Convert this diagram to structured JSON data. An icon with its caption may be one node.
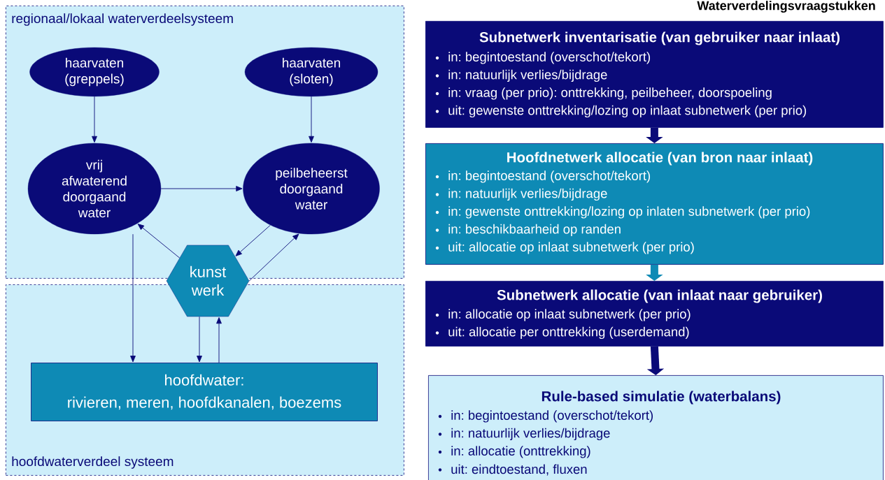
{
  "diagram": {
    "title": "Waterverdelingsvraagstukken",
    "nodes": [
      {
        "text": [
          "regionaal/lokaal waterverdeelsysteem"
        ]
      },
      {
        "text": [
          "haarvaten (greppels)"
        ],
        "in": 0
      },
      {
        "text": [
          "haarvaten (sloten)"
        ],
        "in": 0
      },
      {
        "text": [
          "vrij afwaterend doorgaand water"
        ],
        "in": 0
      },
      {
        "text": [
          "peilbeheerst doorgaand water"
        ],
        "in": 0
      },
      {
        "text": [
          "hoofdwaterverdeel systeem"
        ]
      },
      {
        "text": [
          "kunst werk"
        ]
      },
      {
        "text": [
          "hoofdwater:",
          "rivieren, meren, hoofdkanalen, boezems"
        ],
        "in": 5
      },
      {
        "text": [
          "Subnetwerk inventarisatie (van gebruiker naar inlaat)",
          "in: begintoestand (overschot/tekort)",
          "in: natuurlijk verlies/bijdrage",
          "in: vraag (per prio): onttrekking, peilbeheer, doorspoeling",
          "uit: gewenste onttrekking/lozing op inlaat subnetwerk (per prio)"
        ]
      },
      {
        "text": [
          "Hoofdnetwerk allocatie (van bron naar inlaat)",
          "in: begintoestand (overschot/tekort)",
          "in: natuurlijk verlies/bijdrage",
          "in: gewenste onttrekking/lozing op inlaten subnetwerk (per prio)",
          "in: beschikbaarheid op randen",
          "uit: allocatie op inlaat subnetwerk (per prio)"
        ]
      },
      {
        "text": [
          "Subnetwerk allocatie (van inlaat naar gebruiker)",
          "in: allocatie op inlaat subnetwerk (per prio)",
          "uit: allocatie per onttrekking (userdemand)"
        ]
      },
      {
        "text": [
          "Rule-based simulatie (waterbalans)",
          "in: begintoestand (overschot/tekort)",
          "in: natuurlijk verlies/bijdrage",
          "in: allocatie (onttrekking)",
          "uit: eindtoestand, fluxen"
        ]
      }
    ],
    "edges": [
      {
        "from": 1,
        "to": 3,
        "arrow": "to"
      },
      {
        "from": 2,
        "to": 4,
        "arrow": "to"
      },
      {
        "from": 3,
        "to": 4,
        "arrow": "to"
      },
      {
        "from": 6,
        "to": 3,
        "arrow": "to"
      },
      {
        "from": 4,
        "to": 6,
        "arrow": "to"
      },
      {
        "from": 6,
        "to": 4,
        "arrow": "to"
      },
      {
        "from": 3,
        "to": 7,
        "arrow": "to"
      },
      {
        "from": 6,
        "to": 7,
        "arrow": "to"
      },
      {
        "from": 7,
        "to": 6,
        "arrow": "to"
      },
      {
        "from": 8,
        "to": 9,
        "arrow": "to",
        "style": "thick"
      },
      {
        "from": 9,
        "to": 10,
        "arrow": "to",
        "style": "thick",
        "color": "#0e8ab5"
      },
      {
        "from": 10,
        "to": 11,
        "arrow": "to",
        "style": "thick"
      }
    ]
  }
}
